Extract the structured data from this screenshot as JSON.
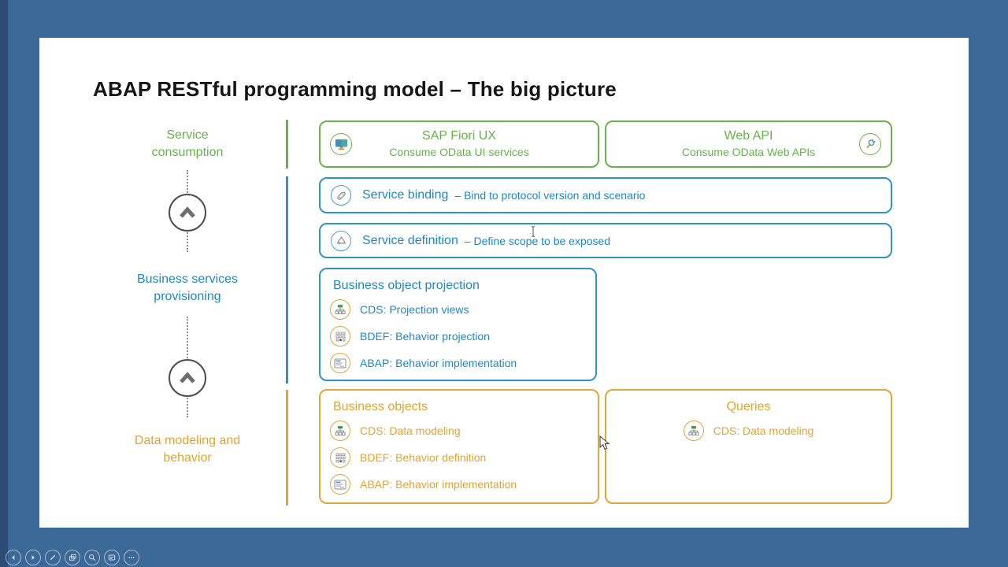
{
  "window": {
    "background_color": "#3b6897",
    "edge_strip_color": "#2b4d75"
  },
  "slide": {
    "title": "ABAP RESTful programming model – The big picture",
    "stages": [
      {
        "label": "Service consumption",
        "color": "#66b24a"
      },
      {
        "label": "Business services provisioning",
        "color": "#1f88c3"
      },
      {
        "label": "Data modeling and behavior",
        "color": "#e0a42d"
      }
    ],
    "consumption_row": {
      "fiori": {
        "title": "SAP Fiori UX",
        "subtitle": "Consume OData UI services",
        "icon": "monitor-icon"
      },
      "web_api": {
        "title": "Web API",
        "subtitle": "Consume OData Web APIs",
        "icon": "plug-icon"
      }
    },
    "provisioning": {
      "service_binding": {
        "title": "Service binding",
        "desc": "– Bind to protocol version and scenario",
        "icon": "binding-link-icon"
      },
      "service_definition": {
        "title": "Service definition",
        "desc": "– Define scope to be exposed",
        "icon": "definition-scope-icon"
      },
      "business_object_projection": {
        "title": "Business object projection",
        "items": [
          {
            "label": "CDS: Projection views",
            "icon": "cds-hierarchy-icon"
          },
          {
            "label": "BDEF: Behavior projection",
            "icon": "bdef-grid-icon"
          },
          {
            "label": "ABAP: Behavior implementation",
            "icon": "abap-editor-icon"
          }
        ]
      }
    },
    "modeling_row": {
      "business_objects": {
        "title": "Business objects",
        "items": [
          {
            "label": "CDS: Data modeling",
            "icon": "cds-hierarchy-icon"
          },
          {
            "label": "BDEF: Behavior definition",
            "icon": "bdef-grid-icon"
          },
          {
            "label": "ABAP: Behavior implementation",
            "icon": "abap-editor-icon"
          }
        ]
      },
      "queries": {
        "title": "Queries",
        "items": [
          {
            "label": "CDS: Data modeling",
            "icon": "cds-hierarchy-icon"
          }
        ]
      }
    },
    "colors": {
      "green": "#6cb345",
      "blue": "#2e93c9",
      "gold": "#e0a63c",
      "title_text": "#161616"
    }
  },
  "toolbar": {
    "items": [
      {
        "name": "previous-slide"
      },
      {
        "name": "next-slide"
      },
      {
        "name": "pen-and-laser-tools"
      },
      {
        "name": "see-all-slides"
      },
      {
        "name": "zoom-into-slide"
      },
      {
        "name": "subtitles-settings"
      },
      {
        "name": "more-slideshow-options"
      }
    ]
  }
}
